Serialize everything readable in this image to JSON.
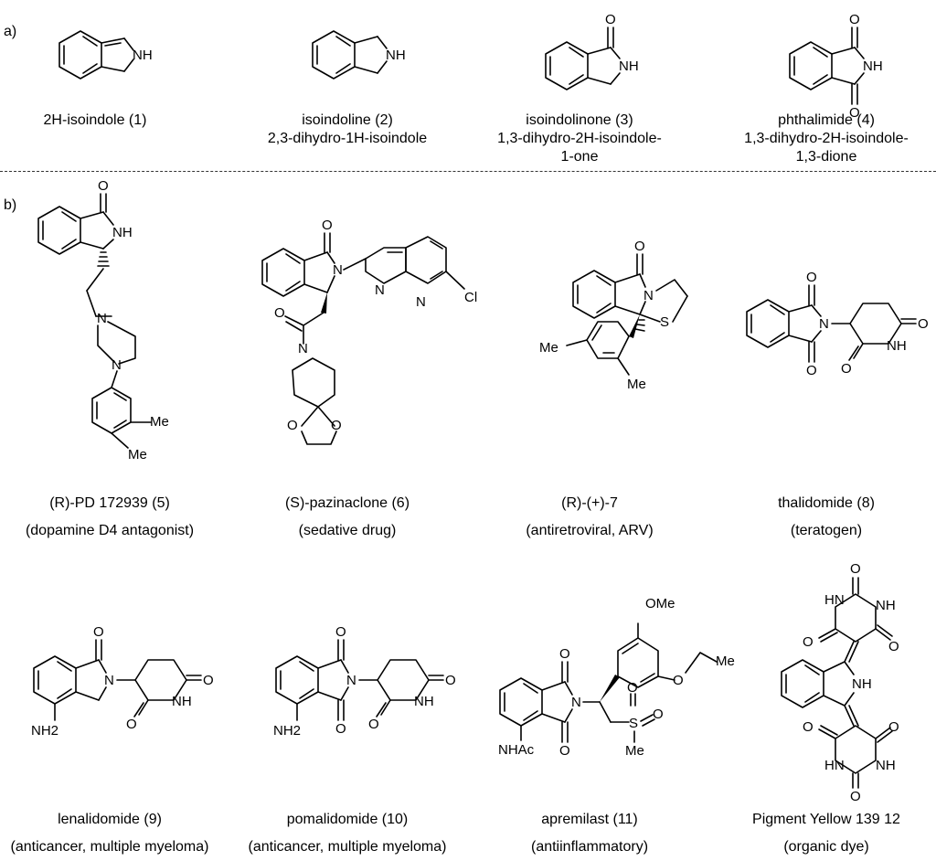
{
  "section_labels": {
    "a": "a)",
    "b": "b)"
  },
  "captions": [
    {
      "id": "1",
      "line1": "2H-isoindole (1)",
      "line2": "",
      "line3": ""
    },
    {
      "id": "2",
      "line1": "isoindoline (2)",
      "line2": "2,3-dihydro-1H-isoindole",
      "line3": ""
    },
    {
      "id": "3",
      "line1": "isoindolinone (3)",
      "line2": "1,3-dihydro-2H-isoindole-",
      "line3": "1-one"
    },
    {
      "id": "4",
      "line1": "phthalimide (4)",
      "line2": "1,3-dihydro-2H-isoindole-",
      "line3": "1,3-dione"
    },
    {
      "id": "5",
      "line1": "(R)-PD 172939 (5)",
      "line2": "(dopamine D4 antagonist)"
    },
    {
      "id": "6",
      "line1": "(S)-pazinaclone (6)",
      "line2": "(sedative drug)"
    },
    {
      "id": "7",
      "line1": "(R)-(+)-7",
      "line2": "(antiretroviral, ARV)"
    },
    {
      "id": "8",
      "line1": "thalidomide (8)",
      "line2": "(teratogen)"
    },
    {
      "id": "9",
      "line1": "lenalidomide (9)",
      "line2": "(anticancer, multiple myeloma)"
    },
    {
      "id": "10",
      "line1": "pomalidomide (10)",
      "line2": "(anticancer, multiple myeloma)"
    },
    {
      "id": "11",
      "line1": "apremilast (11)",
      "line2": "(antiinflammatory)"
    },
    {
      "id": "12",
      "line1": "Pigment Yellow 139 12",
      "line2": "(organic dye)"
    }
  ],
  "atom_labels": {
    "NH": "NH",
    "N": "N",
    "O": "O",
    "S": "S",
    "Cl": "Cl",
    "Me": "Me",
    "NH2": "NH2",
    "NHAc": "NHAc",
    "OMe": "OMe",
    "HN": "HN"
  }
}
